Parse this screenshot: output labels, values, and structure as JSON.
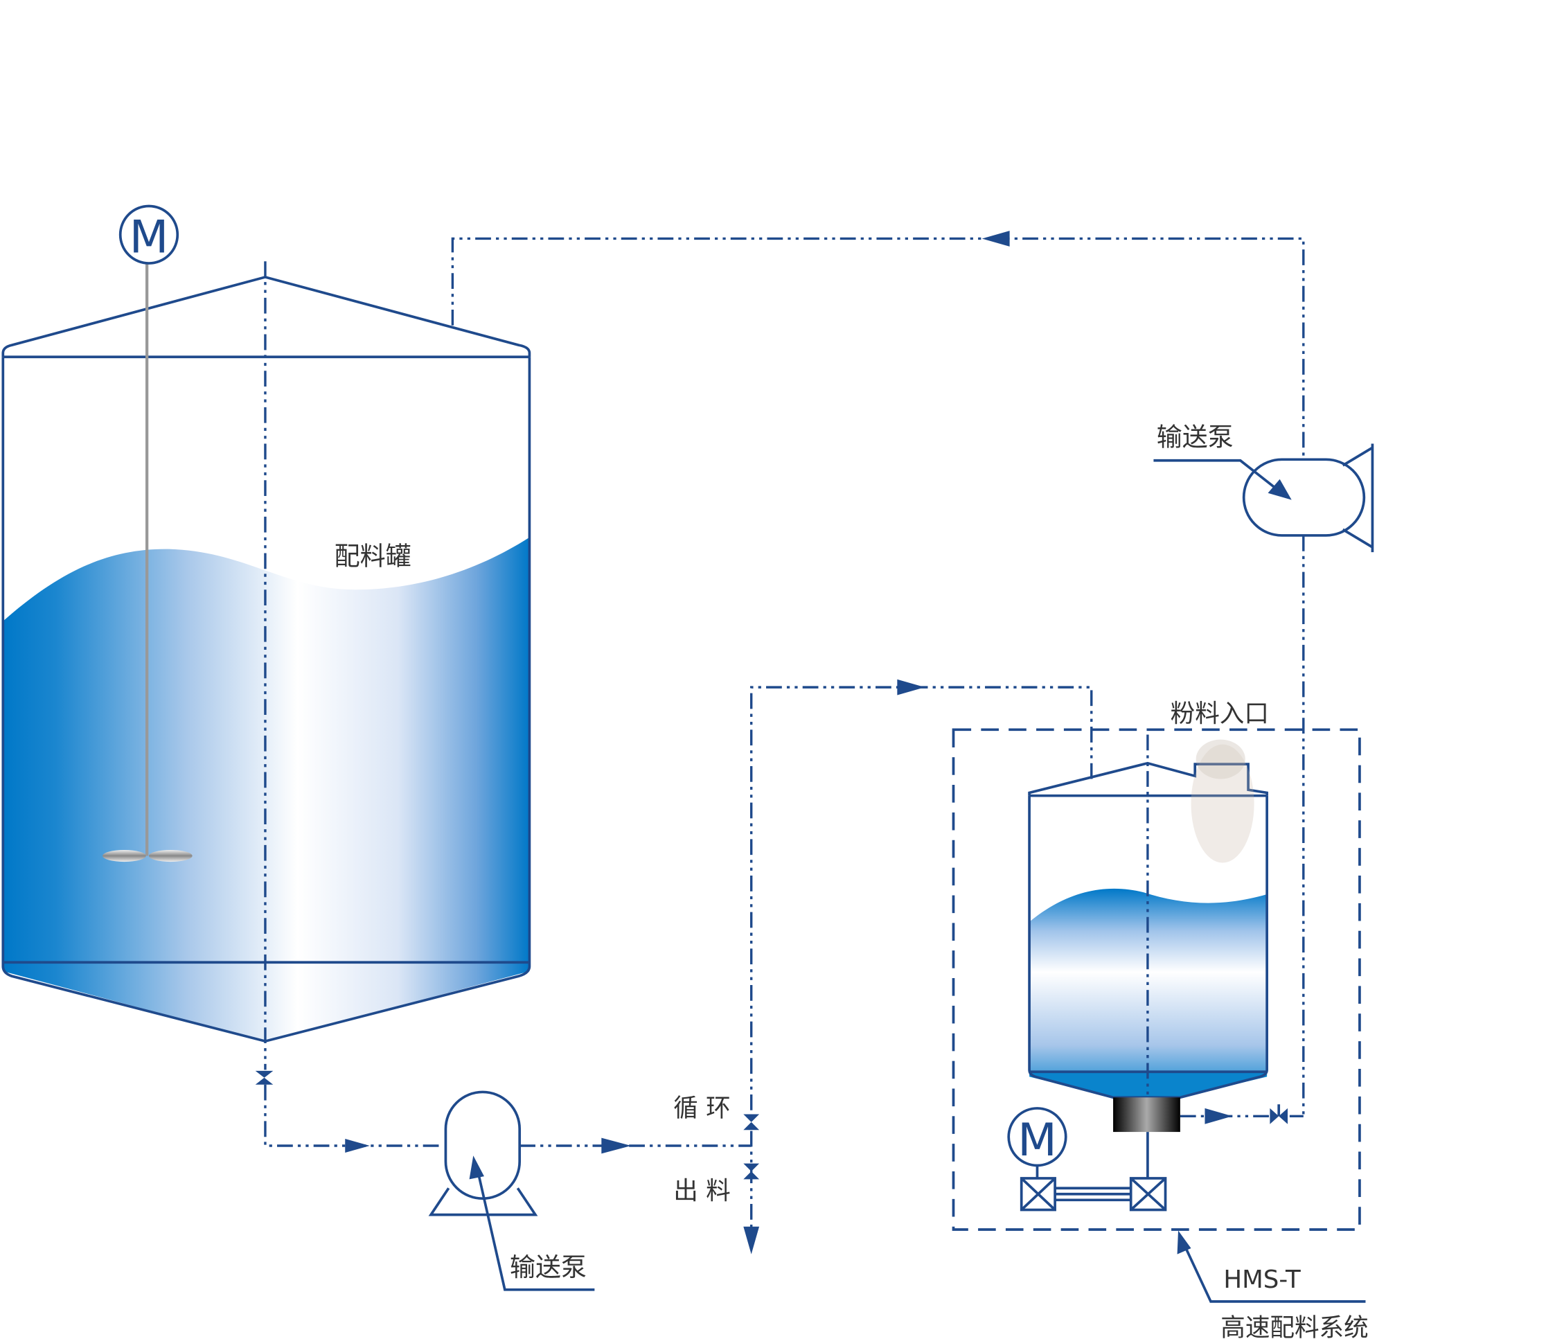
{
  "labels": {
    "main_tank": "配料罐",
    "top_pump": "输送泵",
    "bottom_pump": "输送泵",
    "powder_inlet": "粉料入口",
    "circulation": "循 环",
    "discharge": "出 料",
    "system_model": "HMS-T",
    "system_name": "高速配料系统",
    "motor_symbol": "M"
  },
  "colors": {
    "line": "#1f4a8c",
    "liquid": "#0078c8"
  }
}
